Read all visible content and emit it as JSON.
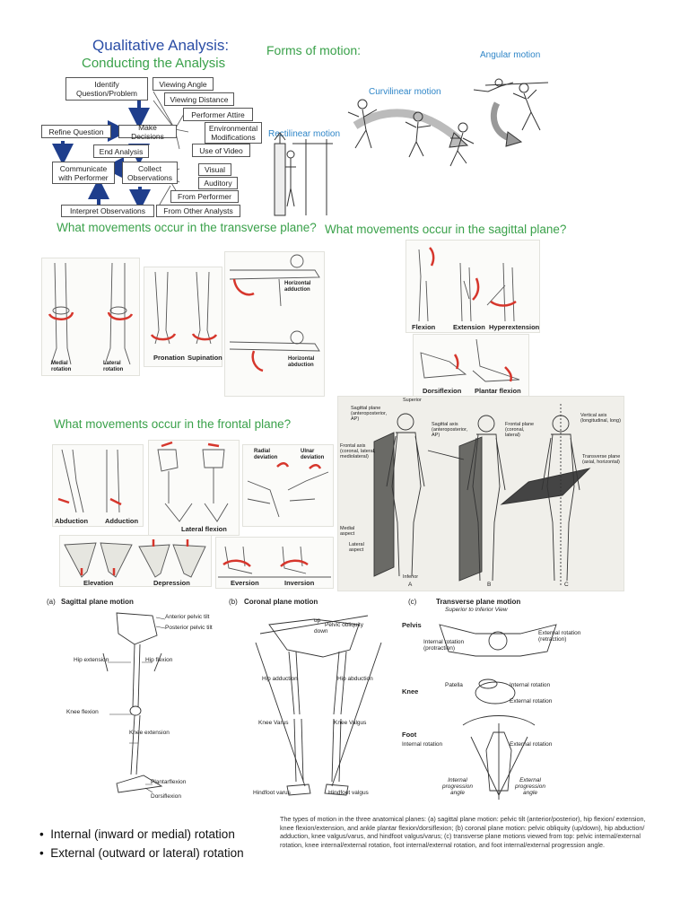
{
  "qa": {
    "title": "Qualitative Analysis:",
    "subtitle": "Conducting the Analysis",
    "boxes": {
      "identify": "Identify Question/Problem",
      "viewing_angle": "Viewing Angle",
      "viewing_distance": "Viewing Distance",
      "performer_attire": "Performer Attire",
      "env_mod": "Environmental Modifications",
      "use_video": "Use of Video",
      "refine": "Refine Question",
      "make_decisions": "Make Decisions",
      "end_analysis": "End Analysis",
      "communicate": "Communicate with Performer",
      "collect": "Collect Observations",
      "visual": "Visual",
      "auditory": "Auditory",
      "from_performer": "From Performer",
      "from_others": "From Other Analysts",
      "interpret": "Interpret Observations"
    }
  },
  "forms": {
    "title": "Forms of motion:",
    "angular": "Angular motion",
    "curvilinear": "Curvilinear motion",
    "rectilinear": "Rectilinear motion"
  },
  "headings": {
    "transverse": "What movements occur in the transverse plane?",
    "sagittal": "What movements occur in the sagittal plane?",
    "frontal": "What movements occur in the frontal plane?"
  },
  "transverse_fig": {
    "medial_rotation": "Medial rotation",
    "lateral_rotation": "Lateral rotation",
    "pronation": "Pronation",
    "supination": "Supination",
    "h_adduction": "Horizontal adduction",
    "h_abduction": "Horizontal abduction"
  },
  "sagittal_fig": {
    "flexion": "Flexion",
    "extension": "Extension",
    "hyperextension": "Hyperextension",
    "dorsiflexion": "Dorsiflexion",
    "plantar_flexion": "Plantar flexion"
  },
  "frontal_fig": {
    "abduction": "Abduction",
    "adduction": "Adduction",
    "lateral_flexion": "Lateral flexion",
    "radial_deviation": "Radial deviation",
    "ulnar_deviation": "Ulnar deviation",
    "elevation": "Elevation",
    "depression": "Depression",
    "eversion": "Eversion",
    "inversion": "Inversion"
  },
  "planes_fig": {
    "superior": "Superior",
    "sagittal_plane": "Sagittal plane (anteroposterior, AP)",
    "sagittal_axis": "Sagittal axis (anteroposterior, AP)",
    "frontal_plane": "Frontal plane (coronal, lateral)",
    "vertical_axis": "Vertical axis (longitudinal, long)",
    "frontal_axis": "Frontal axis (coronal, lateral, mediolateral)",
    "transverse_plane": "Transverse plane (axial, horizontal)",
    "medial_aspect": "Medial aspect",
    "lateral_aspect": "Lateral aspect",
    "inferior": "Inferior",
    "a": "A",
    "b": "B",
    "c": "C"
  },
  "bottom": {
    "a_label": "(a)",
    "a_title": "Sagittal plane motion",
    "b_label": "(b)",
    "b_title": "Coronal plane motion",
    "c_label": "(c)",
    "c_title": "Transverse plane motion",
    "c_sub": "Superior to Inferior View",
    "a": {
      "ant_tilt": "Anterior pelvic tilt",
      "post_tilt": "Posterior pelvic tilt",
      "hip_ext": "Hip extension",
      "hip_flex": "Hip flexion",
      "knee_flex": "Knee flexion",
      "knee_ext": "Knee extension",
      "plantar": "Plantarflexion",
      "dorsi": "Dorsiflexion"
    },
    "b": {
      "up": "up",
      "down": "down",
      "pelvic_obl": "Pelvic obliquity",
      "hip_add": "Hip adduction",
      "hip_abd": "Hip abduction",
      "knee_varus": "Knee Varus",
      "knee_valgus": "Knee Valgus",
      "hind_varus": "Hindfoot varus",
      "hind_valgus": "Hindfoot valgus"
    },
    "c": {
      "pelvis": "Pelvis",
      "ext_rot_retr": "External rotation (retraction)",
      "int_rot_prot": "Internal rotation (protraction)",
      "knee": "Knee",
      "patella": "Patella",
      "int_rot": "Internal rotation",
      "ext_rot": "External rotation",
      "foot": "Foot",
      "foot_int": "Internal rotation",
      "foot_ext": "External rotation",
      "int_prog": "Internal progression angle",
      "ext_prog": "External progression angle"
    },
    "caption": "The types of motion in the three anatomical planes: (a) sagittal plane motion: pelvic tilt (anterior/posterior), hip flexion/ extension, knee flexion/extension, and ankle plantar flexion/dorsiflexion; (b) coronal plane motion: pelvic obliquity (up/down), hip abduction/ adduction, knee valgus/varus, and hindfoot valgus/varus; (c) transverse plane motions viewed from top: pelvic internal/external rotation, knee internal/external rotation, foot internal/external rotation, and foot internal/external progression angle."
  },
  "bullets": [
    "Internal (inward or medial) rotation",
    "External (outward or lateral) rotation"
  ],
  "colors": {
    "blue_heading": "#2b4ea6",
    "green_heading": "#3aa14a",
    "light_blue": "#2f86c8",
    "arrow_red": "#d6362c",
    "flow_arrow": "#1f3e8c"
  }
}
